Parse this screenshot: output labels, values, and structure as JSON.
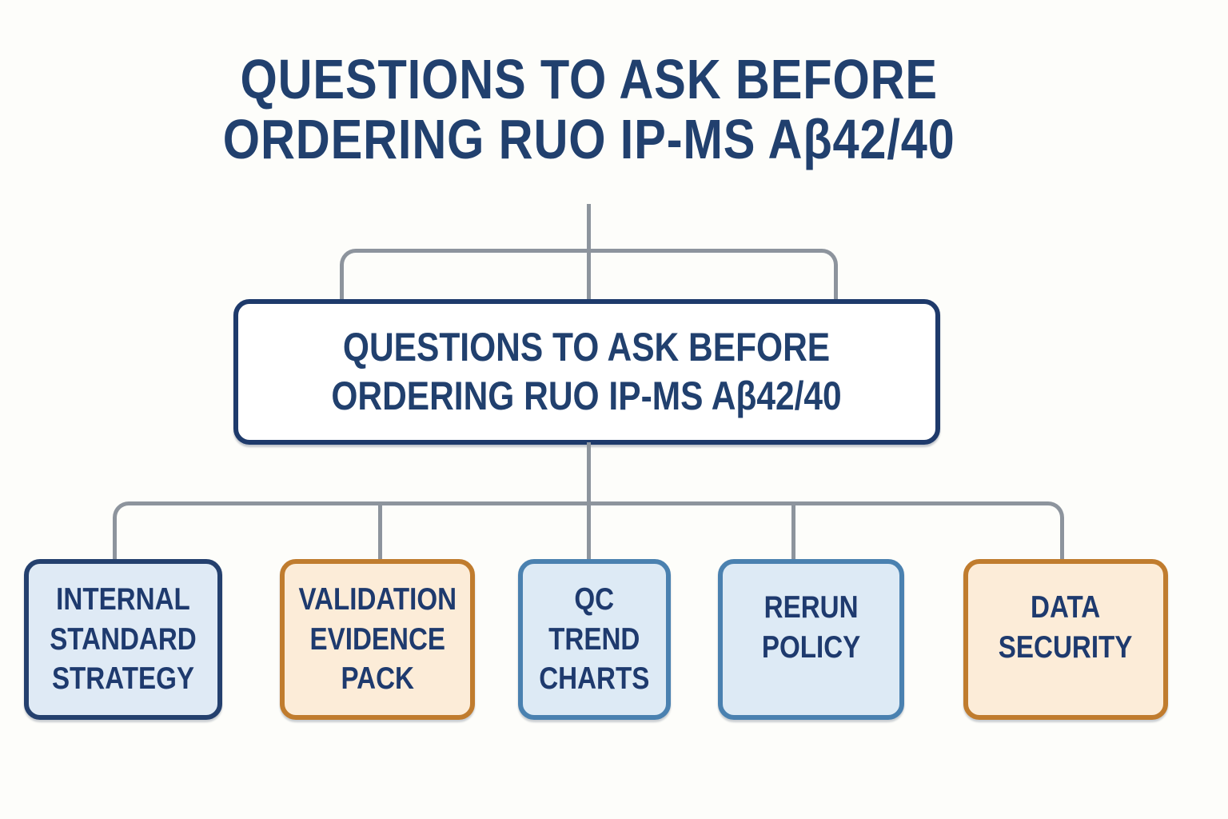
{
  "page_title": "QUESTIONS TO ASK BEFORE\nORDERING RUO IP-MS Aβ42/40",
  "diagram": {
    "root": {
      "label": "QUESTIONS TO ASK BEFORE\nORDERING RUO IP-MS Aβ42/40"
    },
    "children": [
      {
        "label": "INTERNAL\nSTANDARD\nSTRATEGY",
        "accent": "navy"
      },
      {
        "label": "VALIDATION\nEVIDENCE\nPACK",
        "accent": "orange"
      },
      {
        "label": "QC\nTREND\nCHARTS",
        "accent": "blue"
      },
      {
        "label": "RERUN\nPOLICY",
        "accent": "blue"
      },
      {
        "label": "DATA\nSECURITY",
        "accent": "orange"
      }
    ]
  },
  "colors": {
    "text_navy": "#21406e",
    "border_navy": "#24406e",
    "border_orange": "#c07c2e",
    "border_steel_blue": "#4a81b0",
    "fill_light_blue": "#dfeaf5",
    "fill_peach": "#fcecd8",
    "fill_root": "#ffffff",
    "connector_gray": "#8d949d",
    "background": "#fdfdfa"
  }
}
